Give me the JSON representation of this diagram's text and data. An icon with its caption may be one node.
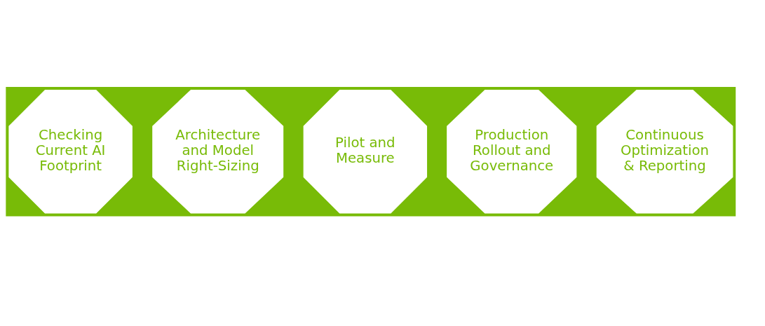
{
  "diagram": {
    "nodes": [
      {
        "text": [
          "Checking Current AI Footprint"
        ]
      },
      {
        "text": [
          "Architecture and Model Right-Sizing"
        ]
      },
      {
        "text": [
          "Pilot and Measure"
        ]
      },
      {
        "text": [
          "Production Rollout and Governance"
        ]
      },
      {
        "text": [
          "Continuous Optimization & Reporting"
        ]
      }
    ],
    "edges": []
  }
}
